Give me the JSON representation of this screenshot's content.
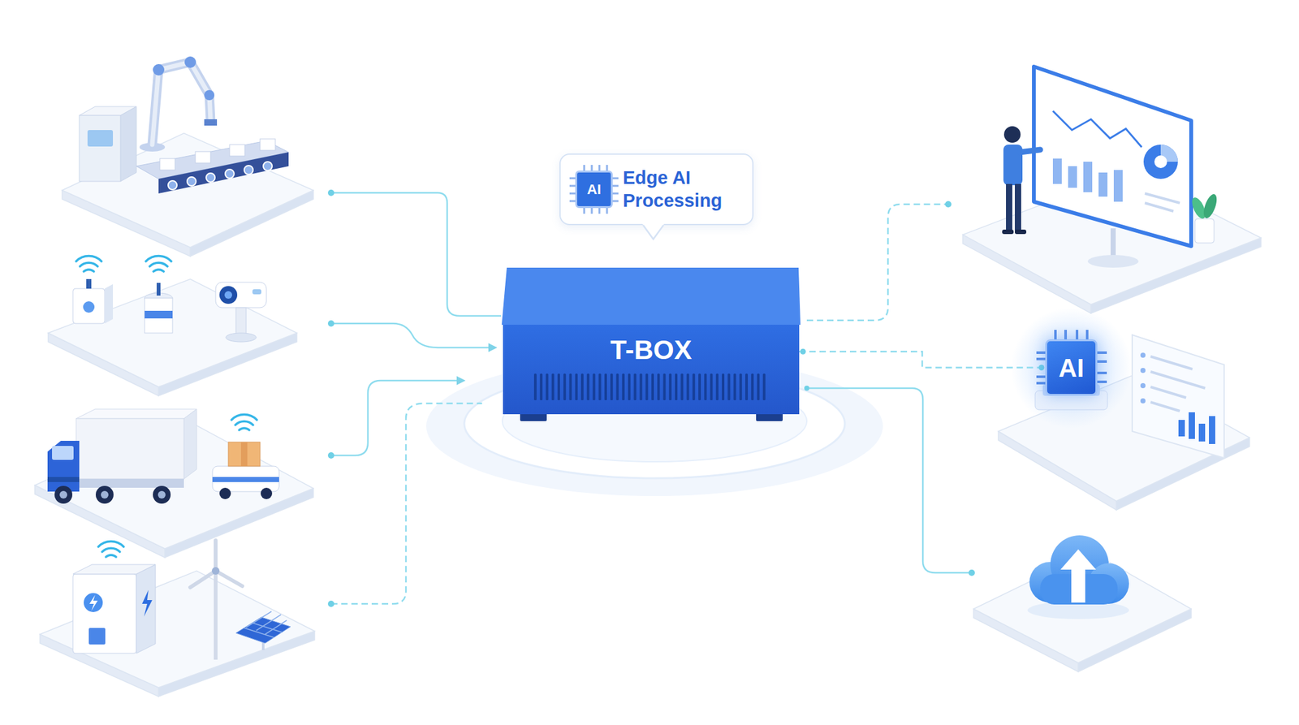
{
  "diagram": {
    "nodes": [
      {
        "text": [
          "Edge AI Processing"
        ]
      },
      {
        "text": [
          "AI"
        ],
        "in": 0
      },
      {
        "text": [
          "T-BOX"
        ]
      },
      {
        "text": [
          "AI"
        ]
      }
    ],
    "edges": [
      {
        "from": 2,
        "to": 3,
        "arrow": "none"
      }
    ]
  }
}
